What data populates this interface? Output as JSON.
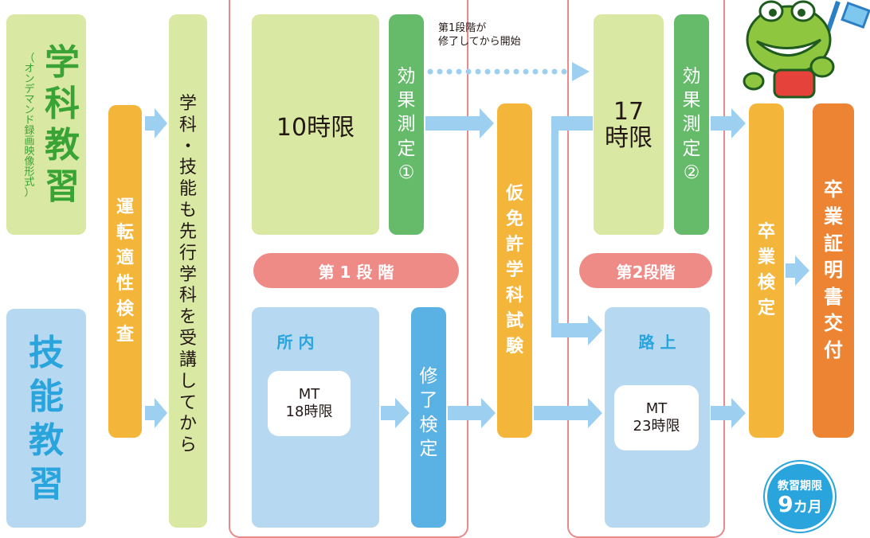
{
  "left": {
    "academic_title": [
      "学",
      "科",
      "教",
      "習"
    ],
    "academic_sub": [
      "（",
      "オ",
      "ン",
      "デ",
      "マ",
      "ン",
      "ド",
      "録",
      "画",
      "映",
      "像",
      "形",
      "式",
      "）"
    ],
    "skill_title": [
      "技",
      "能",
      "教",
      "習"
    ]
  },
  "aptitude": [
    "運",
    "転",
    "適",
    "性",
    "検",
    "査"
  ],
  "advance": [
    "学",
    "科",
    "・",
    "技",
    "能",
    "も",
    "先",
    "行",
    "学",
    "科",
    "を",
    "受",
    "講",
    "し",
    "て",
    "か",
    "ら"
  ],
  "stage1": {
    "lecture": "10時限",
    "effect": [
      "効",
      "果",
      "測",
      "定",
      "①"
    ],
    "label": "第 1 段 階",
    "course": "所 内",
    "mt_line1": "MT",
    "mt_line2": "18時限",
    "exam": [
      "修",
      "了",
      "検",
      "定"
    ]
  },
  "note": {
    "line1": "第1段階が",
    "line2": "修了してから開始"
  },
  "provisional": [
    "仮",
    "免",
    "許",
    "学",
    "科",
    "試",
    "験"
  ],
  "stage2": {
    "lecture_line1": "17",
    "lecture_line2": "時限",
    "effect": [
      "効",
      "果",
      "測",
      "定",
      "②"
    ],
    "label": "第2段階",
    "course": "路 上",
    "mt_line1": "MT",
    "mt_line2": "23時限"
  },
  "graduation": [
    "卒",
    "業",
    "検",
    "定"
  ],
  "certificate": [
    "卒",
    "業",
    "証",
    "明",
    "書",
    "交",
    "付"
  ],
  "badge": {
    "line1": "教習期限",
    "line2_num": "9",
    "line2_unit": "カ月"
  },
  "colors": {
    "green_light": "#d9e8a3",
    "green_dark": "#66bb6a",
    "blue_light": "#b6d9f1",
    "blue_mid": "#5ab1e4",
    "orange": "#f3b53a",
    "orange_dark": "#ec8434",
    "pink": "#ee8b87",
    "badge": "#29a4dd",
    "arrow": "#9dcff0"
  }
}
